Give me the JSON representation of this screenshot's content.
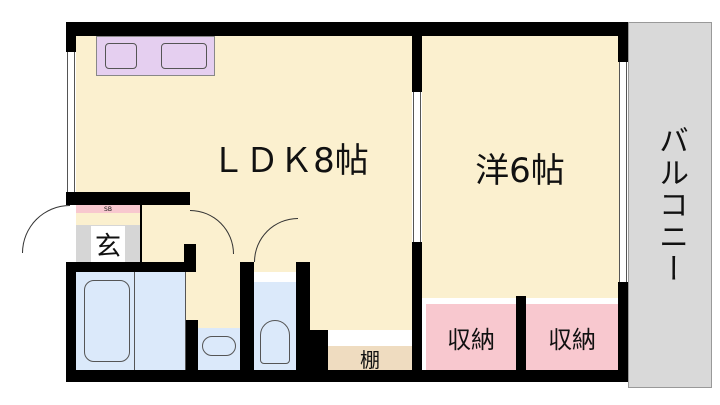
{
  "rooms": {
    "ldk": "ＬＤＫ8帖",
    "western": "洋6帖",
    "balcony": "バルコニー",
    "entrance": "玄",
    "storage1": "収納",
    "storage2": "収納",
    "shelf": "棚",
    "shoe_box": "SB"
  },
  "colors": {
    "floor": "#fbf0cf",
    "wet_area": "#dbe9fa",
    "storage": "#f8c8cf",
    "shelf": "#efdcc0",
    "kitchen": "#e5cff0",
    "balcony": "#d9d9d9"
  }
}
